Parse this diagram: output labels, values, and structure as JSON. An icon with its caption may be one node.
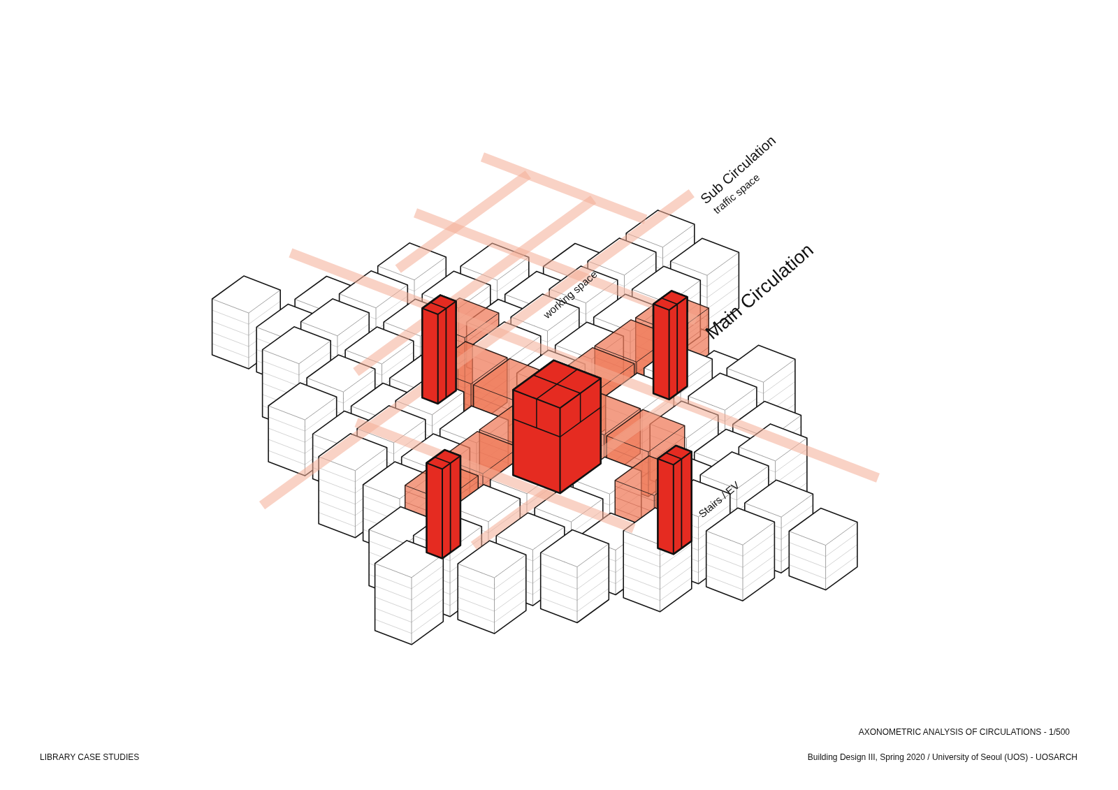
{
  "diagram": {
    "caption": "AXONOMETRIC ANALYSIS OF CIRCULATIONS - 1/500",
    "labels": [
      "Sub Circulation",
      "traffic space",
      "Main Circulation",
      "working space",
      "Stairs / EV",
      "LIBRARY CASE STUDIES",
      "Building Design III, Spring 2020 / University of Seoul (UOS) - UOSARCH"
    ]
  }
}
